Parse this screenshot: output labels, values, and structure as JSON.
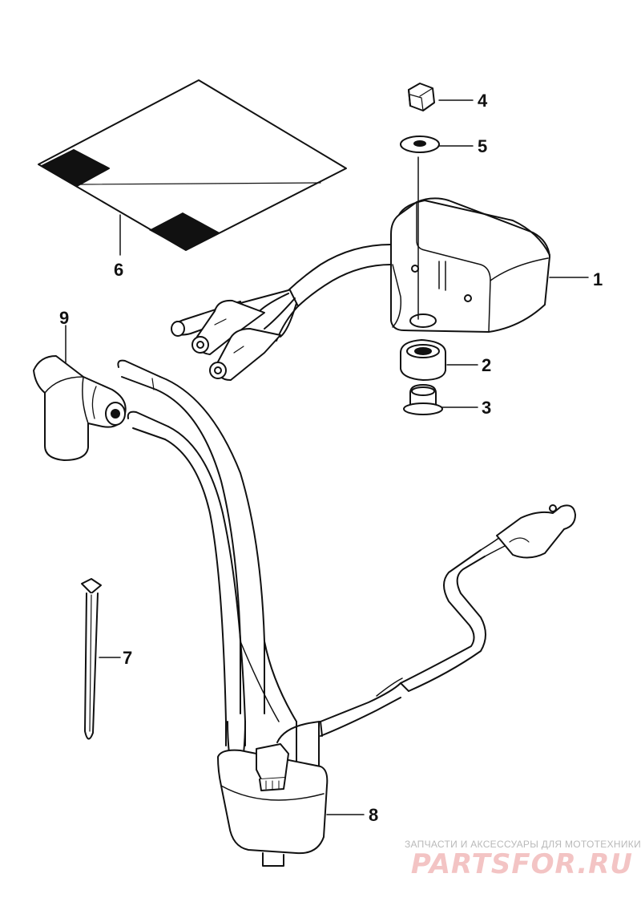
{
  "callouts": {
    "c1": "1",
    "c2": "2",
    "c3": "3",
    "c4": "4",
    "c5": "5",
    "c6": "6",
    "c7": "7",
    "c8": "8",
    "c9": "9"
  },
  "watermark": {
    "subtitle": "ЗАПЧАСТИ И АКСЕССУАРЫ ДЛЯ МОТОТЕХНИКИ",
    "logo": "PARTSFOR.RU"
  },
  "colors": {
    "line": "#111111",
    "watermark_logo": "#f3c4c4",
    "watermark_text": "#b9b9b9"
  }
}
